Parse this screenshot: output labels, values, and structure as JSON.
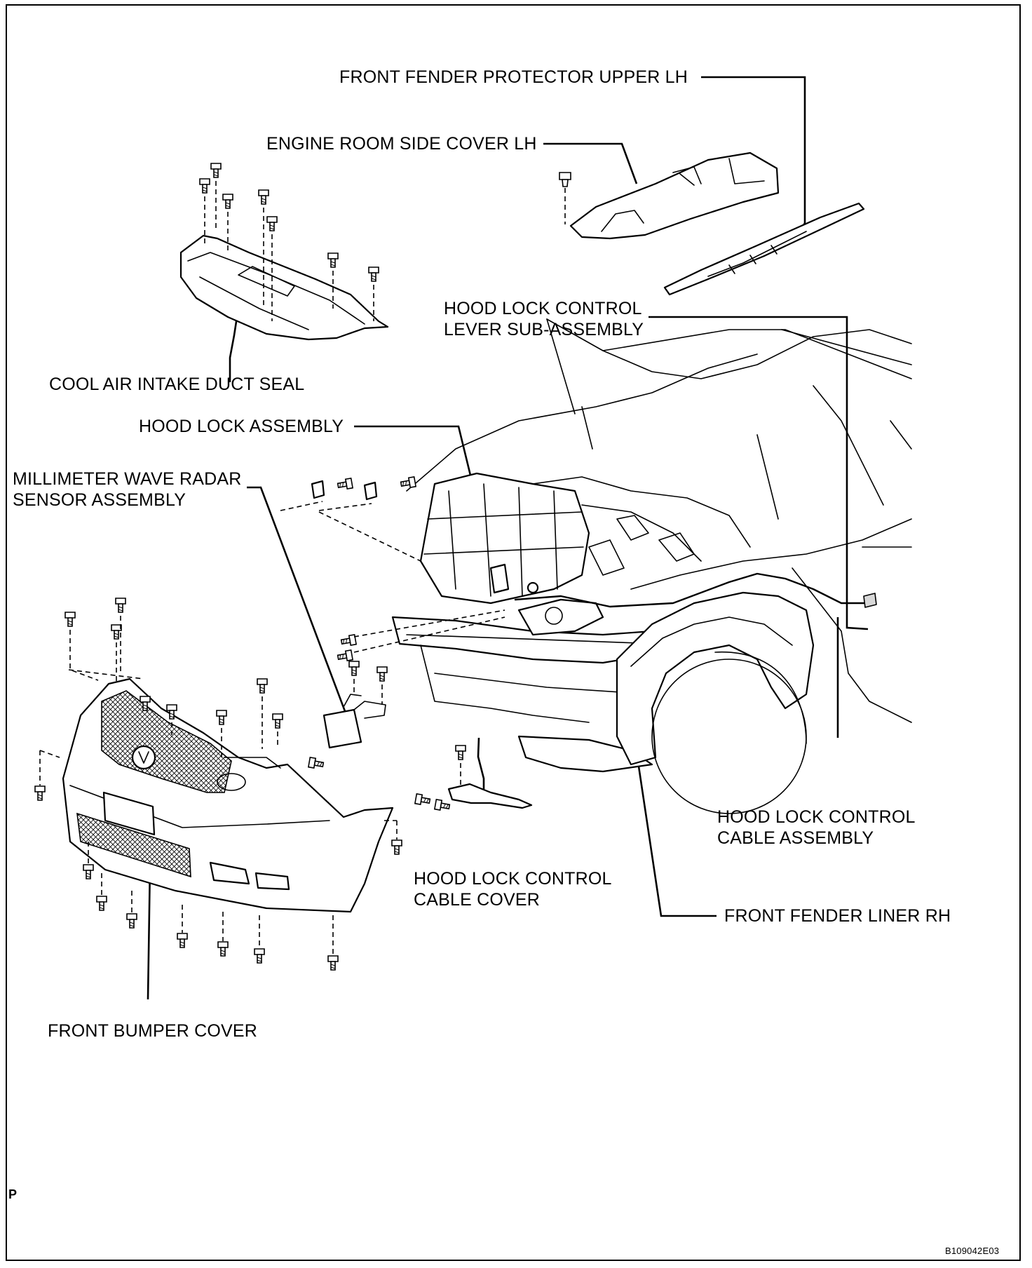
{
  "labels": {
    "front_fender_protector_upper_lh": "FRONT FENDER PROTECTOR UPPER LH",
    "engine_room_side_cover_lh": "ENGINE ROOM SIDE COVER LH",
    "hood_lock_control_lever_sub_assembly": [
      "HOOD LOCK CONTROL",
      "LEVER SUB-ASSEMBLY"
    ],
    "cool_air_intake_duct_seal": "COOL AIR INTAKE DUCT SEAL",
    "hood_lock_assembly": "HOOD LOCK ASSEMBLY",
    "millimeter_wave_radar_sensor_assembly": [
      "MILLIMETER WAVE RADAR",
      "SENSOR ASSEMBLY"
    ],
    "hood_lock_control_cable_assembly": [
      "HOOD LOCK CONTROL",
      "CABLE ASSEMBLY"
    ],
    "hood_lock_control_cable_cover": [
      "HOOD LOCK CONTROL",
      "CABLE COVER"
    ],
    "front_fender_liner_rh": "FRONT FENDER LINER RH",
    "front_bumper_cover": "FRONT BUMPER COVER"
  },
  "corner_mark": "P",
  "figure_code": "B109042E03"
}
